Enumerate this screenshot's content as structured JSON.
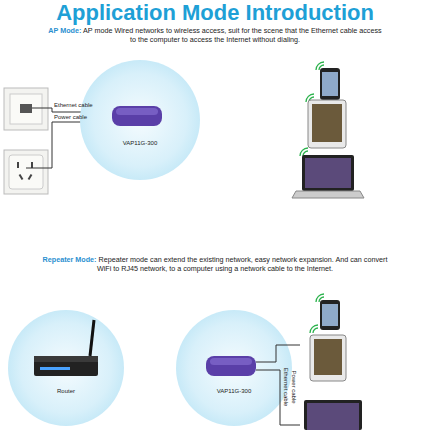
{
  "diagram": {
    "title": "Application Mode Introduction",
    "nodes": [
      {
        "text": [
          "VAP11G-300"
        ]
      },
      {
        "text": [
          "Router"
        ]
      },
      {
        "text": [
          "VAP11G-300"
        ]
      }
    ],
    "labels": [
      "AP Mode:",
      "AP mode Wired networks to wireless access, suit for the scene that the Ethernet cable access to the computer to access the Internet without dialing.",
      "Ethernet cable",
      "Power cable",
      "Repeater Mode:",
      "Repeater mode can extend the existing network, easy network expansion. And can convert WiFi to RJ45 network, to a computer using a network cable to the Internet.",
      "Ethernet cable",
      "Power cable"
    ]
  }
}
